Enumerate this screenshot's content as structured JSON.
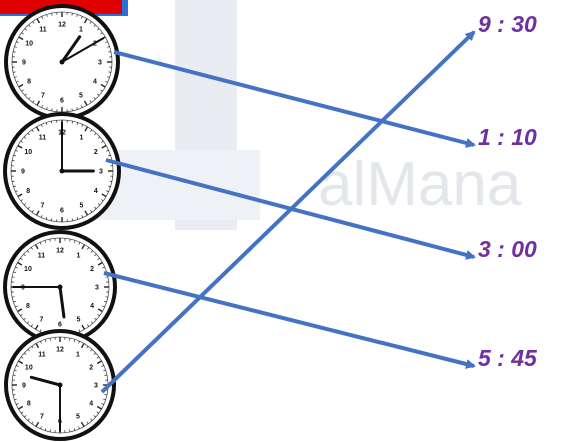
{
  "colors": {
    "label": "#7030a0",
    "arrow": "#4472c4",
    "clock_ring": "#111111",
    "watermark": "#d9dde3",
    "corner_bar_red": "#e00000",
    "corner_bar_blue": "#2e6fd6"
  },
  "watermark_text": "alMana",
  "numerals": [
    "12",
    "1",
    "2",
    "3",
    "4",
    "5",
    "6",
    "7",
    "8",
    "9",
    "10",
    "11"
  ],
  "clocks": [
    {
      "hour": 1,
      "minute": 10
    },
    {
      "hour": 3,
      "minute": 0
    },
    {
      "hour": 5,
      "minute": 45
    },
    {
      "hour": 9,
      "minute": 30
    }
  ],
  "times": [
    {
      "text": "9 : 30"
    },
    {
      "text": "1 : 10"
    },
    {
      "text": "3 : 00"
    },
    {
      "text": "5 : 45"
    }
  ],
  "matches": [
    {
      "from_clock": 0,
      "to_time": 1
    },
    {
      "from_clock": 1,
      "to_time": 2
    },
    {
      "from_clock": 2,
      "to_time": 3
    },
    {
      "from_clock": 3,
      "to_time": 0
    }
  ]
}
